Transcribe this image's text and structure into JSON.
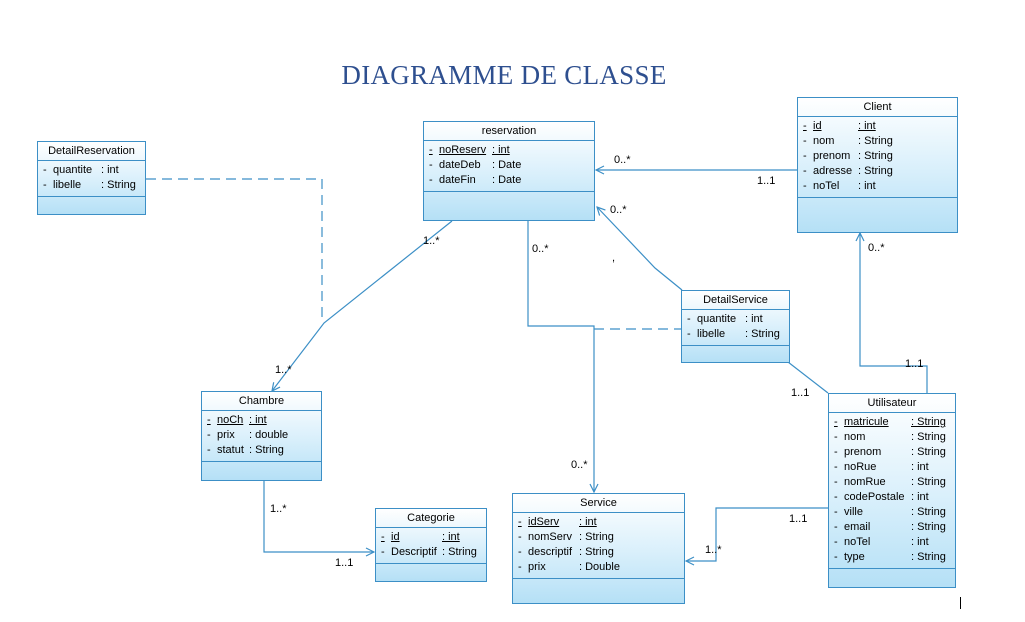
{
  "title": "DIAGRAMME DE CLASSE",
  "classes": [
    {
      "id": "detailreservation",
      "name": "DetailReservation",
      "attributes": [
        {
          "vis": "-",
          "name": "quantite",
          "type": ": int",
          "key": false
        },
        {
          "vis": "-",
          "name": "libelle",
          "type": ": String",
          "key": false
        }
      ]
    },
    {
      "id": "reservation",
      "name": "reservation",
      "attributes": [
        {
          "vis": "-",
          "name": "noReserv",
          "type": ": int",
          "key": true
        },
        {
          "vis": "-",
          "name": "dateDeb",
          "type": ": Date",
          "key": false
        },
        {
          "vis": "-",
          "name": "dateFin",
          "type": ": Date",
          "key": false
        }
      ]
    },
    {
      "id": "client",
      "name": "Client",
      "attributes": [
        {
          "vis": "-",
          "name": "id",
          "type": ": int",
          "key": true
        },
        {
          "vis": "-",
          "name": "nom",
          "type": ": String",
          "key": false
        },
        {
          "vis": "-",
          "name": "prenom",
          "type": ": String",
          "key": false
        },
        {
          "vis": "-",
          "name": "adresse",
          "type": ": String",
          "key": false
        },
        {
          "vis": "-",
          "name": "noTel",
          "type": ": int",
          "key": false
        }
      ]
    },
    {
      "id": "detailservice",
      "name": "DetailService",
      "attributes": [
        {
          "vis": "-",
          "name": "quantite",
          "type": ": int",
          "key": false
        },
        {
          "vis": "-",
          "name": "libelle",
          "type": ": String",
          "key": false
        }
      ]
    },
    {
      "id": "chambre",
      "name": "Chambre",
      "attributes": [
        {
          "vis": "-",
          "name": "noCh",
          "type": ": int",
          "key": true
        },
        {
          "vis": "-",
          "name": "prix",
          "type": ": double",
          "key": false
        },
        {
          "vis": "-",
          "name": "statut",
          "type": ": String",
          "key": false
        }
      ]
    },
    {
      "id": "utilisateur",
      "name": "Utilisateur",
      "attributes": [
        {
          "vis": "-",
          "name": "matricule",
          "type": ": String",
          "key": true
        },
        {
          "vis": "-",
          "name": "nom",
          "type": ": String",
          "key": false
        },
        {
          "vis": "-",
          "name": "prenom",
          "type": ": String",
          "key": false
        },
        {
          "vis": "-",
          "name": "noRue",
          "type": ": int",
          "key": false
        },
        {
          "vis": "-",
          "name": "nomRue",
          "type": ": String",
          "key": false
        },
        {
          "vis": "-",
          "name": "codePostale",
          "type": ": int",
          "key": false
        },
        {
          "vis": "-",
          "name": "ville",
          "type": ": String",
          "key": false
        },
        {
          "vis": "-",
          "name": "email",
          "type": ": String",
          "key": false
        },
        {
          "vis": "-",
          "name": "noTel",
          "type": ": int",
          "key": false
        },
        {
          "vis": "-",
          "name": "type",
          "type": ": String",
          "key": false
        }
      ]
    },
    {
      "id": "categorie",
      "name": "Categorie",
      "attributes": [
        {
          "vis": "-",
          "name": "id",
          "type": ": int",
          "key": true
        },
        {
          "vis": "-",
          "name": "Descriptif",
          "type": ": String",
          "key": false
        }
      ]
    },
    {
      "id": "service",
      "name": "Service",
      "attributes": [
        {
          "vis": "-",
          "name": "idServ",
          "type": ": int",
          "key": true
        },
        {
          "vis": "-",
          "name": "nomServ",
          "type": ": String",
          "key": false
        },
        {
          "vis": "-",
          "name": "descriptif",
          "type": ": String",
          "key": false
        },
        {
          "vis": "-",
          "name": "prix",
          "type": ": Double",
          "key": false
        }
      ]
    }
  ],
  "multiplicities": {
    "client_reservation_res": "0..*",
    "client_reservation_cli": "1..1",
    "detailservice_reservation": "0..*",
    "reservation_chambre_res": "1..*",
    "reservation_chambre_ch": "1..*",
    "reservation_service_res": "0..*",
    "reservation_service_srv": "0..*",
    "utilisateur_client_cli": "0..*",
    "utilisateur_client_usr": "1..1",
    "detailservice_utilisateur": "1..1",
    "utilisateur_service_usr": "1..1",
    "utilisateur_service_srv": "1..*",
    "chambre_categorie_ch": "1..*",
    "chambre_categorie_cat": "1..1"
  },
  "stray_mark": ","
}
